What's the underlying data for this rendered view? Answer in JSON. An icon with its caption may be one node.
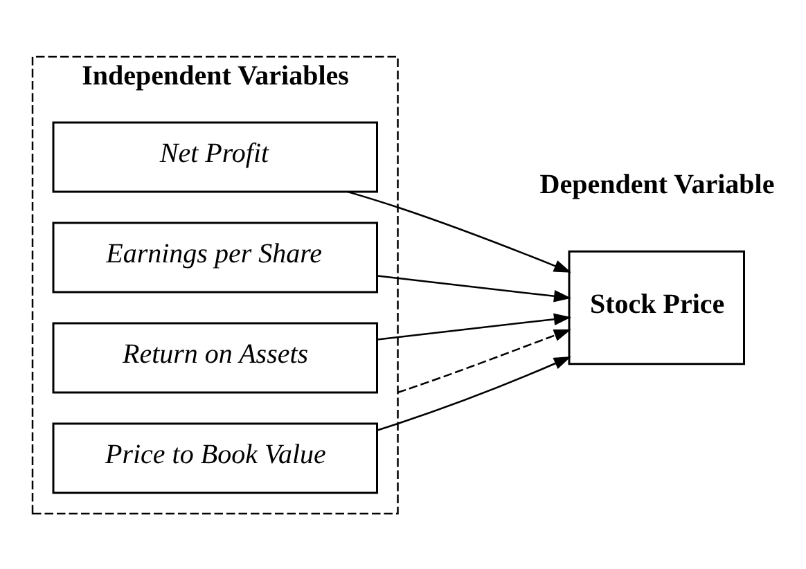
{
  "diagram": {
    "nodes": [
      {
        "text": [
          "Independent Variables"
        ]
      },
      {
        "text": [
          "Net Profit"
        ],
        "in": 0
      },
      {
        "text": [
          "Earnings per Share"
        ],
        "in": 0
      },
      {
        "text": [
          "Return on Assets"
        ],
        "in": 0
      },
      {
        "text": [
          "Price to Book Value"
        ],
        "in": 0
      },
      {
        "text": [
          "Stock Price"
        ]
      }
    ],
    "edges": [
      {
        "from": 1,
        "to": 5,
        "arrow": "to"
      },
      {
        "from": 2,
        "to": 5,
        "arrow": "to"
      },
      {
        "from": 3,
        "to": 5,
        "arrow": "to"
      },
      {
        "from": 4,
        "to": 5,
        "arrow": "to"
      },
      {
        "from": 0,
        "to": 5,
        "arrow": "to",
        "style": "dashed"
      }
    ],
    "labels": [
      "Dependent Variable"
    ]
  }
}
